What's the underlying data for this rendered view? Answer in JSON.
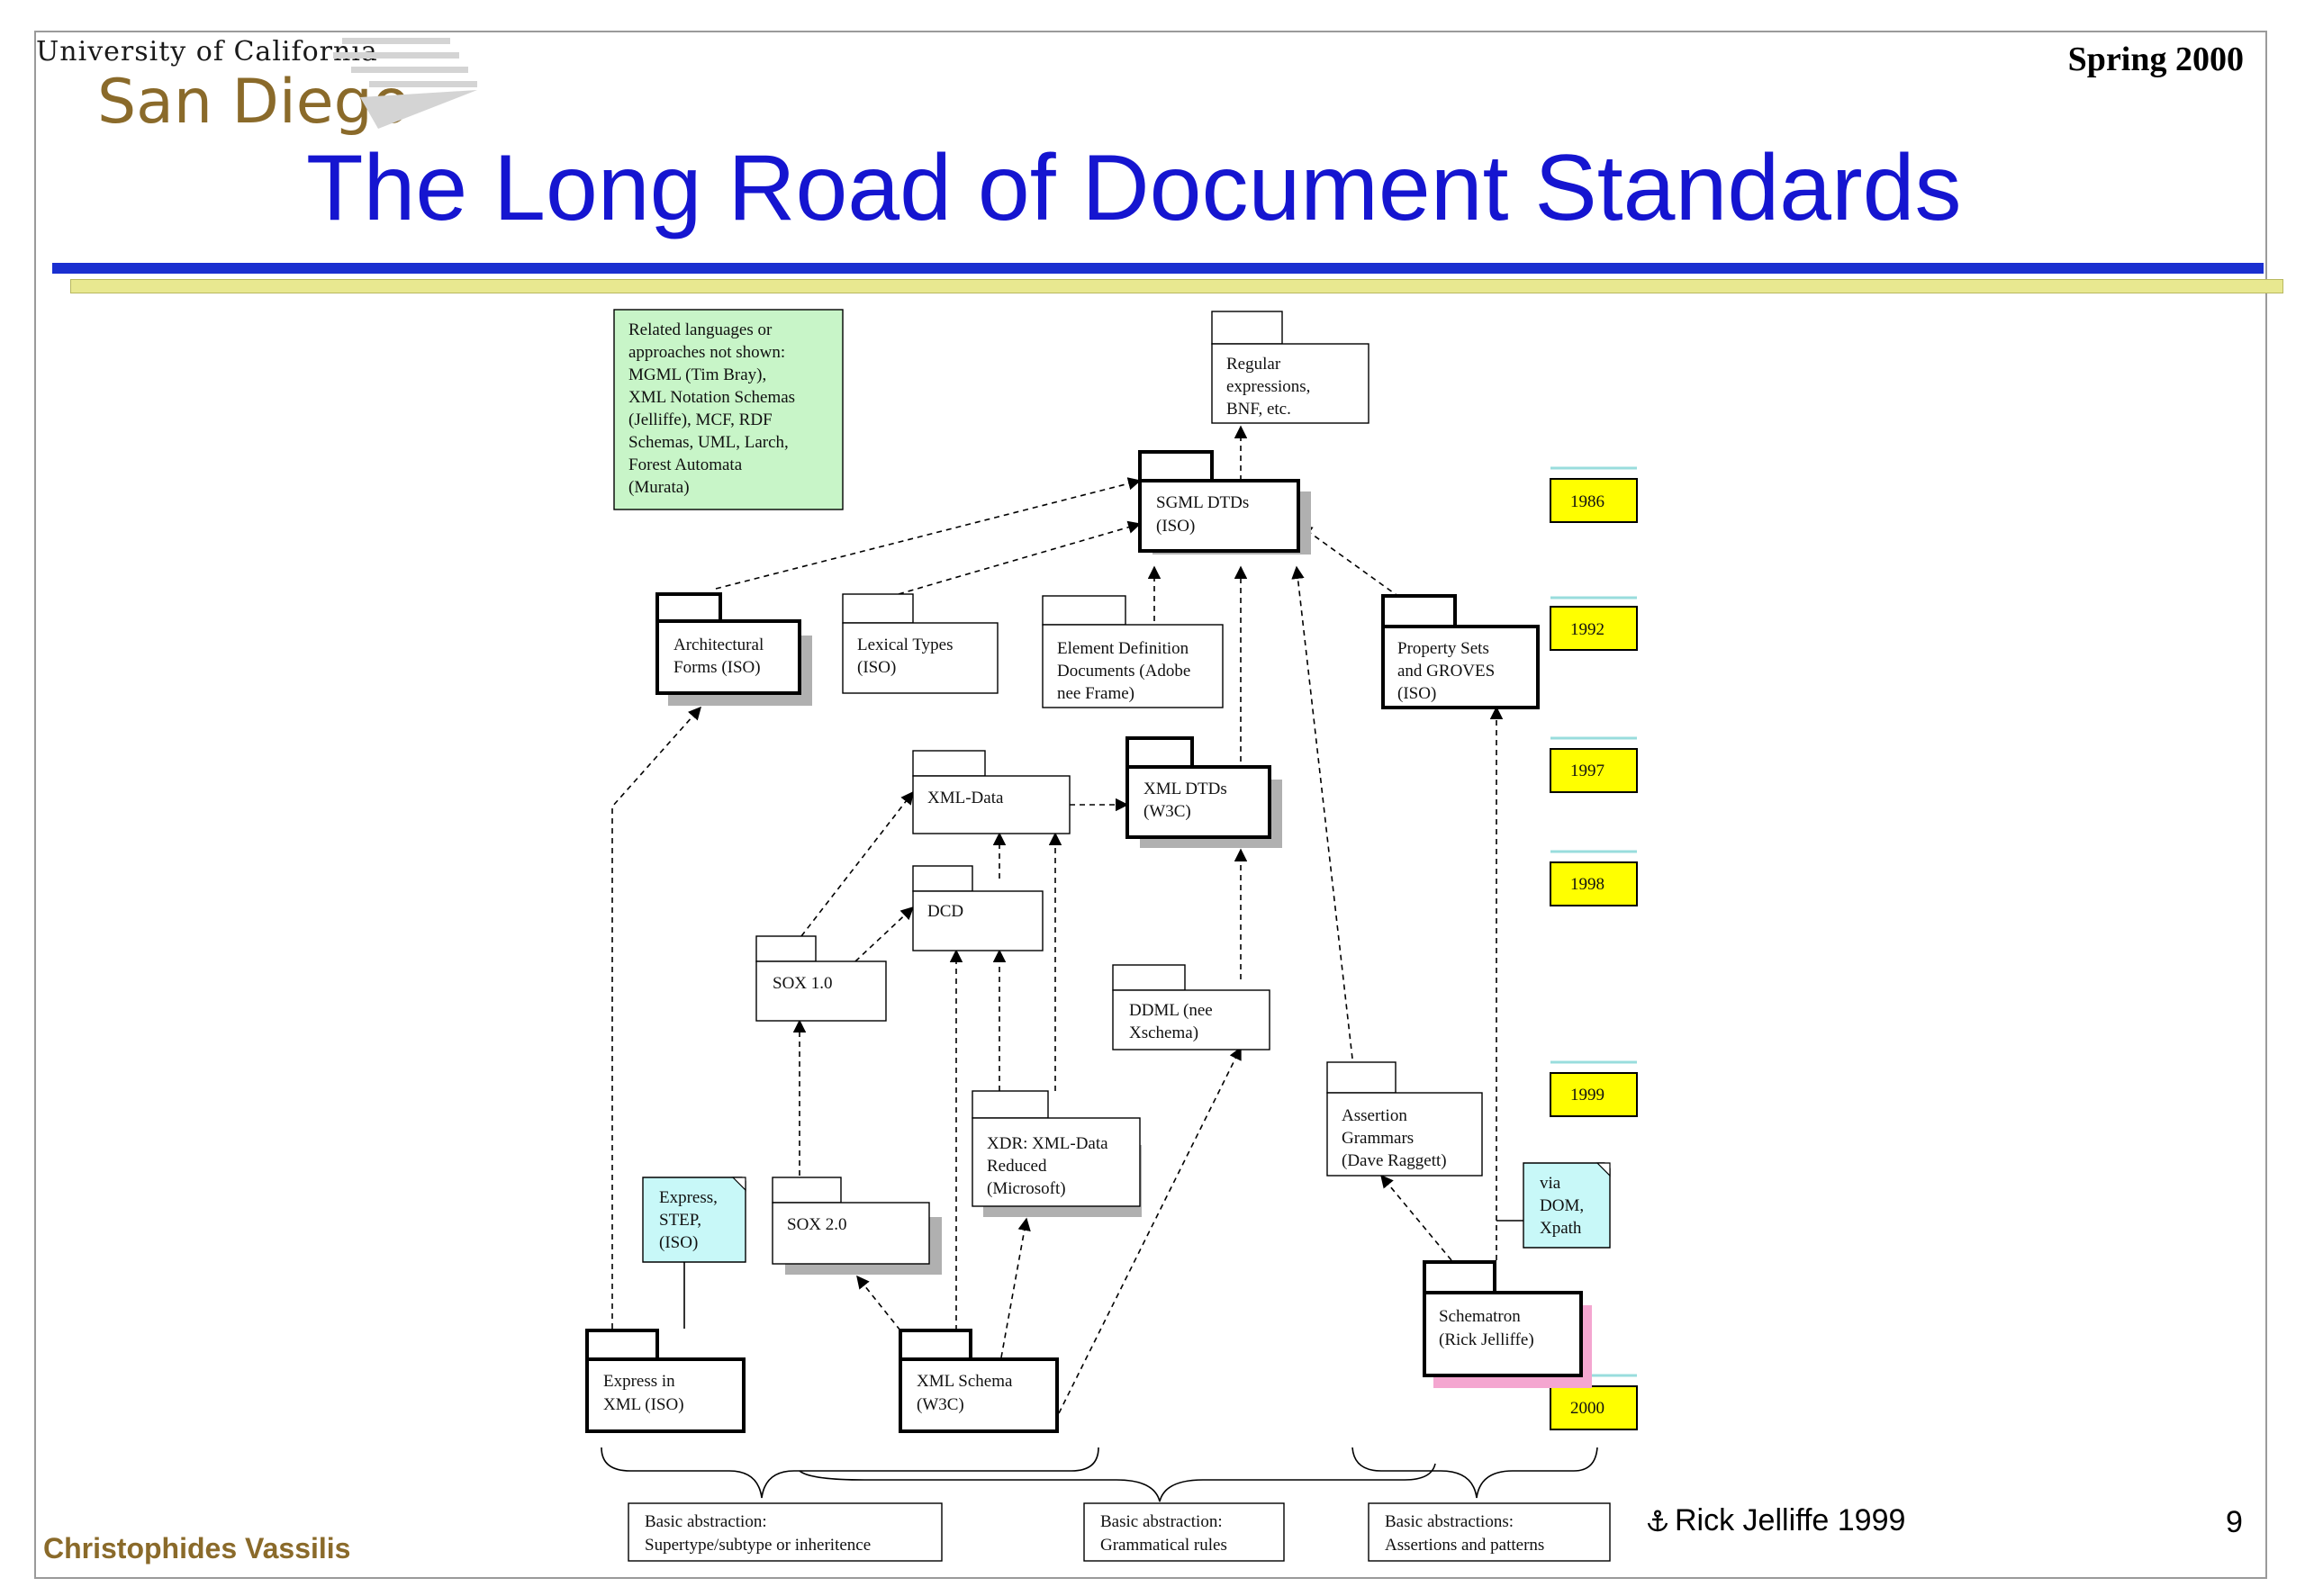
{
  "header": {
    "logo_line1": "University of California",
    "logo_line2": "San Diego",
    "term": "Spring 2000",
    "title": "The Long Road of Document Standards"
  },
  "footer": {
    "author": "Christophides Vassilis",
    "credit": "Rick Jelliffe 1999",
    "credit_icon": "anchor-icon",
    "page_number": "9"
  },
  "diagram": {
    "note": [
      "Related languages or",
      "approaches not shown:",
      "MGML (Tim Bray),",
      "XML Notation Schemas",
      "(Jelliffe),  MCF, RDF",
      "Schemas,  UML, Larch,",
      "Forest Automata",
      "(Murata)"
    ],
    "nodes": {
      "regex": [
        "Regular",
        "expressions,",
        "BNF, etc."
      ],
      "sgml": [
        "SGML DTDs",
        "(ISO)"
      ],
      "arch": [
        "Architectural",
        "Forms (ISO)"
      ],
      "lexical": [
        "Lexical Types",
        "(ISO)"
      ],
      "edd": [
        "Element Definition",
        "Documents (Adobe",
        "nee Frame)"
      ],
      "propsets": [
        "Property Sets",
        "and GROVES",
        "(ISO)"
      ],
      "xmldata": [
        "XML-Data"
      ],
      "xmldtd": [
        "XML DTDs",
        "(W3C)"
      ],
      "dcd": [
        "DCD"
      ],
      "sox1": [
        "SOX 1.0"
      ],
      "ddml": [
        "DDML (nee",
        "Xschema)"
      ],
      "xdr": [
        "XDR: XML-Data",
        "Reduced",
        "(Microsoft)"
      ],
      "assertion": [
        "Assertion",
        "Grammars",
        "(Dave Raggett)"
      ],
      "sox2": [
        "SOX 2.0"
      ],
      "expressxml": [
        "Express in",
        "XML (ISO)"
      ],
      "xmlschema": [
        "XML Schema",
        "(W3C)"
      ],
      "schematron": [
        "Schematron",
        "(Rick Jelliffe)"
      ],
      "express_note": [
        "Express,",
        "STEP,",
        "(ISO)"
      ],
      "via_note": [
        "via",
        "DOM,",
        "Xpath"
      ]
    },
    "years": [
      "1986",
      "1992",
      "1997",
      "1998",
      "1999",
      "2000"
    ],
    "abstractions": [
      [
        "Basic abstraction:",
        "Supertype/subtype  or inheritence"
      ],
      [
        "Basic abstraction:",
        "Grammatical rules"
      ],
      [
        "Basic abstractions:",
        "Assertions and  patterns"
      ]
    ],
    "colors": {
      "note_green": "#c8f5c8",
      "note_cyan": "#c8f8f8",
      "year_yellow": "#ffff00",
      "year_line": "#99dddd",
      "shadow_gray": "#b0b0b0",
      "shadow_pink": "#f4a6d0"
    }
  }
}
